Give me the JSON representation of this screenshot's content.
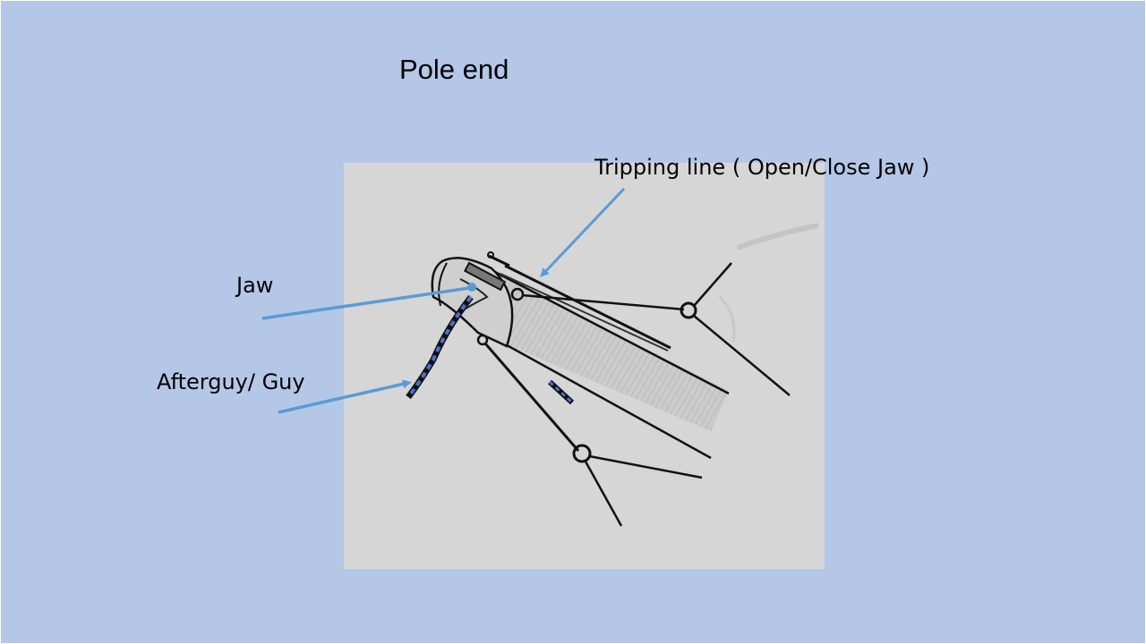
{
  "slide": {
    "title": "Pole end",
    "background_color": "#b4c7e7",
    "arrow_color": "#5b9bd5"
  },
  "labels": {
    "tripping_line": "Tripping line ( Open/Close Jaw )",
    "jaw": "Jaw",
    "afterguy": "Afterguy/ Guy"
  }
}
